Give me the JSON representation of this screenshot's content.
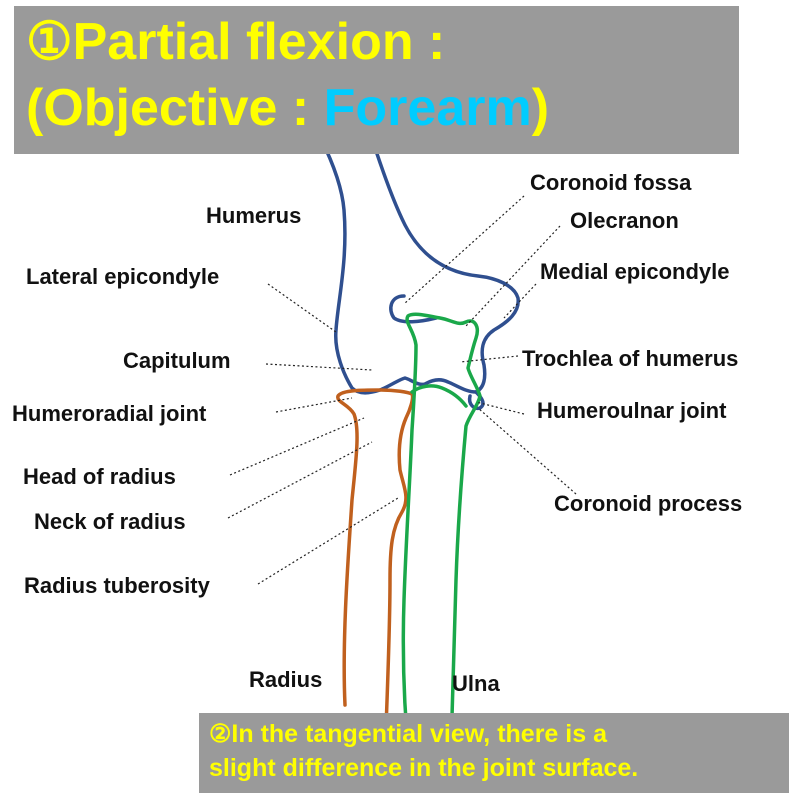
{
  "title": {
    "line1": "①Partial flexion :",
    "line2_prefix": "(Objective : ",
    "line2_accent": "Forearm",
    "line2_suffix": ")"
  },
  "labels": {
    "humerus": "Humerus",
    "lateral_epicondyle": "Lateral epicondyle",
    "capitulum": "Capitulum",
    "humeroradial_joint": "Humeroradial joint",
    "head_of_radius": "Head of radius",
    "neck_of_radius": "Neck of radius",
    "radius_tuberosity": "Radius tuberosity",
    "radius": "Radius",
    "ulna": "Ulna",
    "coronoid_fossa": "Coronoid fossa",
    "olecranon": "Olecranon",
    "medial_epicondyle": "Medial epicondyle",
    "trochlea_of_humerus": "Trochlea of humerus",
    "humeroulnar_joint": "Humeroulnar joint",
    "coronoid_process": "Coronoid process"
  },
  "note": {
    "line1": "②In the tangential view, there is a",
    "line2": "slight difference in the joint surface."
  },
  "colors": {
    "title_text": "#ffff00",
    "title_accent": "#00ccff",
    "box_background": "#9a9a9a",
    "humerus_stroke": "#2f4f8f",
    "radius_stroke": "#c0601e",
    "ulna_stroke": "#1aa84a"
  }
}
